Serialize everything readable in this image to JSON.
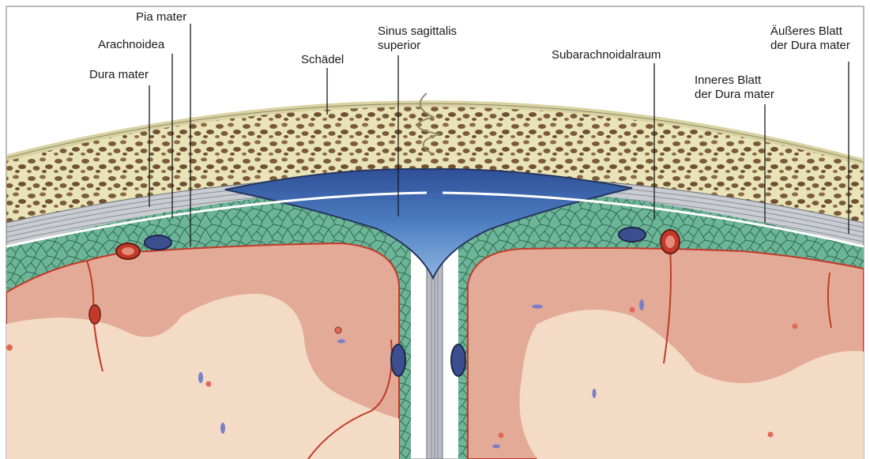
{
  "labels": {
    "pia_mater": "Pia mater",
    "arachnoidea": "Arachnoidea",
    "dura_mater": "Dura mater",
    "schaedel": "Schädel",
    "sinus": [
      "Sinus sagittalis",
      "superior"
    ],
    "subarachnoidalraum": "Subarachnoidalraum",
    "inneres_blatt": [
      "Inneres Blatt",
      "der Dura mater"
    ],
    "aeusseres_blatt": [
      "Äußeres Blatt",
      "der Dura mater"
    ]
  },
  "colors": {
    "bone": "#e9e3b8",
    "bone_spongy": "#7a5a3a",
    "dura": "#c9ccd1",
    "sinus_blood": "#4d7fc2",
    "arachnoid": "#5fae8f",
    "cortex": "#e3aa98",
    "white_matter": "#f3dbc6",
    "artery": "#c23a2a",
    "vein": "#3b4f8f"
  }
}
